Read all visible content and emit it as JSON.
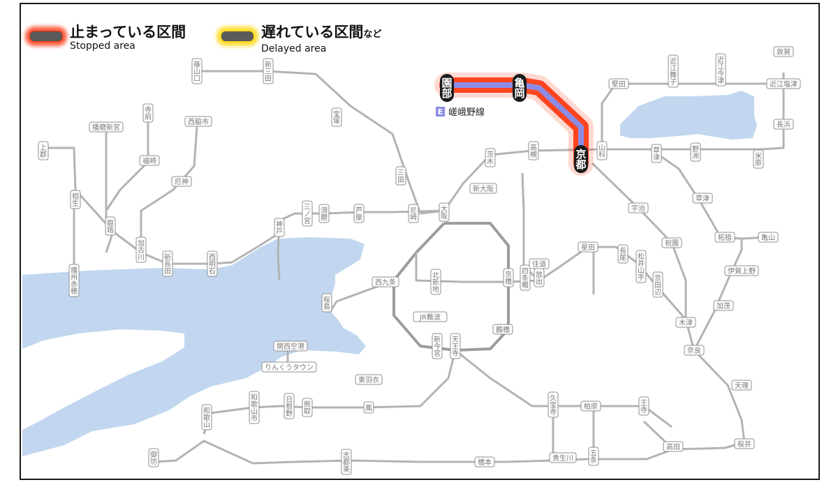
{
  "legend": {
    "stopped_ja": "止まっている区間",
    "stopped_en": "Stopped area",
    "delayed_ja": "遅れている区間",
    "delayed_suffix": "など",
    "delayed_en": "Delayed area"
  },
  "line_label": {
    "badge": "E",
    "name": "嵯峨野線"
  },
  "colors": {
    "track": "#b3b3b3",
    "loop": "#9c9c9c",
    "water": "#c2d7ef",
    "stopped_glow": "#ff2a00",
    "line_e": "#8c8ce6",
    "major_station": "#1a1a1a"
  },
  "stations": [
    {
      "id": "sonobe",
      "text": "園部",
      "major": true
    },
    {
      "id": "kameoka",
      "text": "亀岡",
      "major": true
    },
    {
      "id": "kyoto",
      "text": "京都",
      "major": true
    },
    {
      "id": "yamashina",
      "text": "山科"
    },
    {
      "id": "kusatsu",
      "text": "草津"
    },
    {
      "id": "yasu",
      "text": "野洲"
    },
    {
      "id": "maibara",
      "text": "米原"
    },
    {
      "id": "nagahama",
      "text": "長浜"
    },
    {
      "id": "tsuruga",
      "text": "敦賀"
    },
    {
      "id": "omishiotsu",
      "text": "近江塩津"
    },
    {
      "id": "omiimazu",
      "text": "近江今津"
    },
    {
      "id": "omimaiko",
      "text": "近江舞子"
    },
    {
      "id": "kataa",
      "text": "堅田"
    },
    {
      "id": "takatsuki",
      "text": "高槻"
    },
    {
      "id": "ibaraki",
      "text": "茨木"
    },
    {
      "id": "shinosaka",
      "text": "新大阪"
    },
    {
      "id": "osaka",
      "text": "大阪"
    },
    {
      "id": "amagasaki",
      "text": "尼崎"
    },
    {
      "id": "ashiya",
      "text": "芦屋"
    },
    {
      "id": "sannomiya",
      "text": "三ノ宮"
    },
    {
      "id": "kobe",
      "text": "神戸"
    },
    {
      "id": "sumaura",
      "text": "須磨"
    },
    {
      "id": "akashi",
      "text": "西明石"
    },
    {
      "id": "kakogawa",
      "text": "加古川"
    },
    {
      "id": "himeji",
      "text": "姫路"
    },
    {
      "id": "aioi",
      "text": "相生"
    },
    {
      "id": "kamigori",
      "text": "上郡"
    },
    {
      "id": "harimashingu",
      "text": "播磨新宮"
    },
    {
      "id": "teramae",
      "text": "寺前"
    },
    {
      "id": "fukuchi",
      "text": "福崎"
    },
    {
      "id": "nishiwakishi",
      "text": "西脇市"
    },
    {
      "id": "yashiro",
      "text": "厄神"
    },
    {
      "id": "sasayamaguchi",
      "text": "篠山口"
    },
    {
      "id": "shinsanda",
      "text": "新三田"
    },
    {
      "id": "hoshida",
      "text": "宝塚"
    },
    {
      "id": "sanda",
      "text": "三田"
    },
    {
      "id": "banshuako",
      "text": "播州赤穂"
    },
    {
      "id": "shinkaichi",
      "text": "新長田"
    },
    {
      "id": "nishikujo",
      "text": "西九条"
    },
    {
      "id": "sakurajima",
      "text": "桜島"
    },
    {
      "id": "kitashinchi",
      "text": "北新地"
    },
    {
      "id": "kyobashi",
      "text": "京橋"
    },
    {
      "id": "tennoji",
      "text": "天王寺"
    },
    {
      "id": "jrnamba",
      "text": "JR難波"
    },
    {
      "id": "shinimamiya",
      "text": "新今宮"
    },
    {
      "id": "tsuruhashi",
      "text": "鶴橋"
    },
    {
      "id": "hanaten",
      "text": "放出"
    },
    {
      "id": "shijonawate",
      "text": "四条畷"
    },
    {
      "id": "kizu",
      "text": "木津"
    },
    {
      "id": "nara",
      "text": "奈良"
    },
    {
      "id": "uji",
      "text": "宇治"
    },
    {
      "id": "kamo",
      "text": "加茂"
    },
    {
      "id": "iga",
      "text": "伊賀上野"
    },
    {
      "id": "tsuge",
      "text": "柘植"
    },
    {
      "id": "kameyama",
      "text": "亀山"
    },
    {
      "id": "tenri",
      "text": "天理"
    },
    {
      "id": "sakurai",
      "text": "桜井"
    },
    {
      "id": "takada",
      "text": "高田"
    },
    {
      "id": "oji",
      "text": "王寺"
    },
    {
      "id": "kashiwara",
      "text": "柏原"
    },
    {
      "id": "kyuhoji",
      "text": "久宝寺"
    },
    {
      "id": "kansaiairport",
      "text": "関西空港"
    },
    {
      "id": "rinku",
      "text": "りんくうタウン"
    },
    {
      "id": "higashihagoromo",
      "text": "東羽衣"
    },
    {
      "id": "hineno",
      "text": "日根野"
    },
    {
      "id": "wakayama",
      "text": "和歌山"
    },
    {
      "id": "gobo",
      "text": "御坊"
    },
    {
      "id": "gojo",
      "text": "五条"
    },
    {
      "id": "hashimoto",
      "text": "橋本"
    },
    {
      "id": "wakayamashi",
      "text": "和歌山市"
    },
    {
      "id": "otori",
      "text": "鳳"
    },
    {
      "id": "kumatori",
      "text": "熊取"
    },
    {
      "id": "kusatsu2",
      "text": "草津"
    },
    {
      "id": "kizugawa",
      "text": "祝園"
    },
    {
      "id": "nagao",
      "text": "長尾"
    },
    {
      "id": "matsuiyamate",
      "text": "松井山手"
    },
    {
      "id": "kyotanabe",
      "text": "京田辺"
    },
    {
      "id": "sumiyoshi",
      "text": "住道"
    },
    {
      "id": "tsuge2",
      "text": "貴生川"
    },
    {
      "id": "shigi",
      "text": "志都美"
    },
    {
      "id": "amanogawa",
      "text": "星田"
    }
  ]
}
